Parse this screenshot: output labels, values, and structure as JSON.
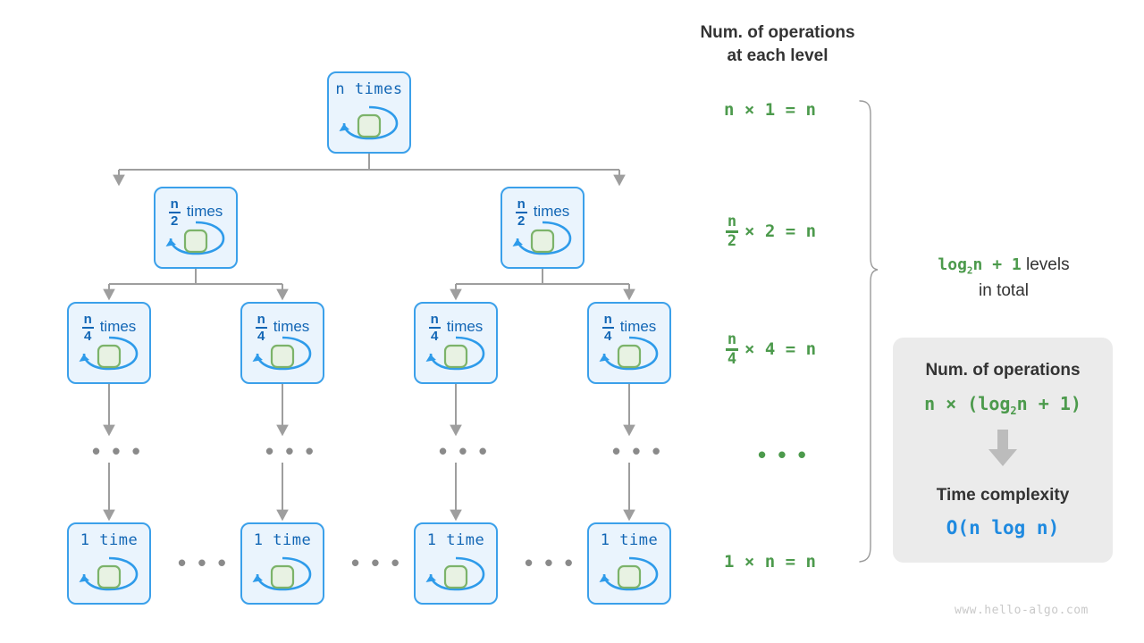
{
  "tree": {
    "levels": [
      {
        "nodes": [
          {
            "label": "n times",
            "type": "plain"
          }
        ]
      },
      {
        "nodes": [
          {
            "label": "times",
            "type": "fraction",
            "num": "n",
            "den": "2"
          },
          {
            "label": "times",
            "type": "fraction",
            "num": "n",
            "den": "2"
          }
        ]
      },
      {
        "nodes": [
          {
            "label": "times",
            "type": "fraction",
            "num": "n",
            "den": "4"
          },
          {
            "label": "times",
            "type": "fraction",
            "num": "n",
            "den": "4"
          },
          {
            "label": "times",
            "type": "fraction",
            "num": "n",
            "den": "4"
          },
          {
            "label": "times",
            "type": "fraction",
            "num": "n",
            "den": "4"
          }
        ]
      },
      {
        "nodes": [
          {
            "label": "1 time",
            "type": "plain"
          },
          {
            "label": "1 time",
            "type": "plain"
          },
          {
            "label": "1 time",
            "type": "plain"
          },
          {
            "label": "1 time",
            "type": "plain"
          }
        ]
      }
    ],
    "vertical_ellipsis": "• • •",
    "horizontal_ellipsis": "• • •"
  },
  "right_column": {
    "title": "Num. of operations\nat each level",
    "rows": [
      {
        "text": "n × 1 = n",
        "type": "plain"
      },
      {
        "text": "× 2 = n",
        "type": "fraction",
        "num": "n",
        "den": "2"
      },
      {
        "text": "× 4 = n",
        "type": "fraction",
        "num": "n",
        "den": "4"
      },
      {
        "text": "• • •",
        "type": "dots"
      },
      {
        "text": "1 × n = n",
        "type": "plain"
      }
    ]
  },
  "levels_note": {
    "expr": "log",
    "sub": "2",
    "expr_tail": "n + 1",
    "tail": " levels",
    "line2": "in total"
  },
  "summary_card": {
    "heading1": "Num. of operations",
    "expr_head": "n × (log",
    "expr_sub": "2",
    "expr_tail": "n + 1)",
    "heading2": "Time complexity",
    "complexity": "O(n log n)"
  },
  "watermark": "www.hello-algo.com",
  "colors": {
    "node_fill": "#eaf4fd",
    "node_border": "#3ba0ea",
    "node_label": "#1266b5",
    "inner_box_fill": "#e8f2e3",
    "inner_box_border": "#7cb36a",
    "wire": "#9e9e9e",
    "green": "#4c9a4c",
    "blue": "#1f8ae0",
    "dark": "#333333",
    "card_bg": "#ebebeb",
    "watermark": "#c9c9c9"
  }
}
